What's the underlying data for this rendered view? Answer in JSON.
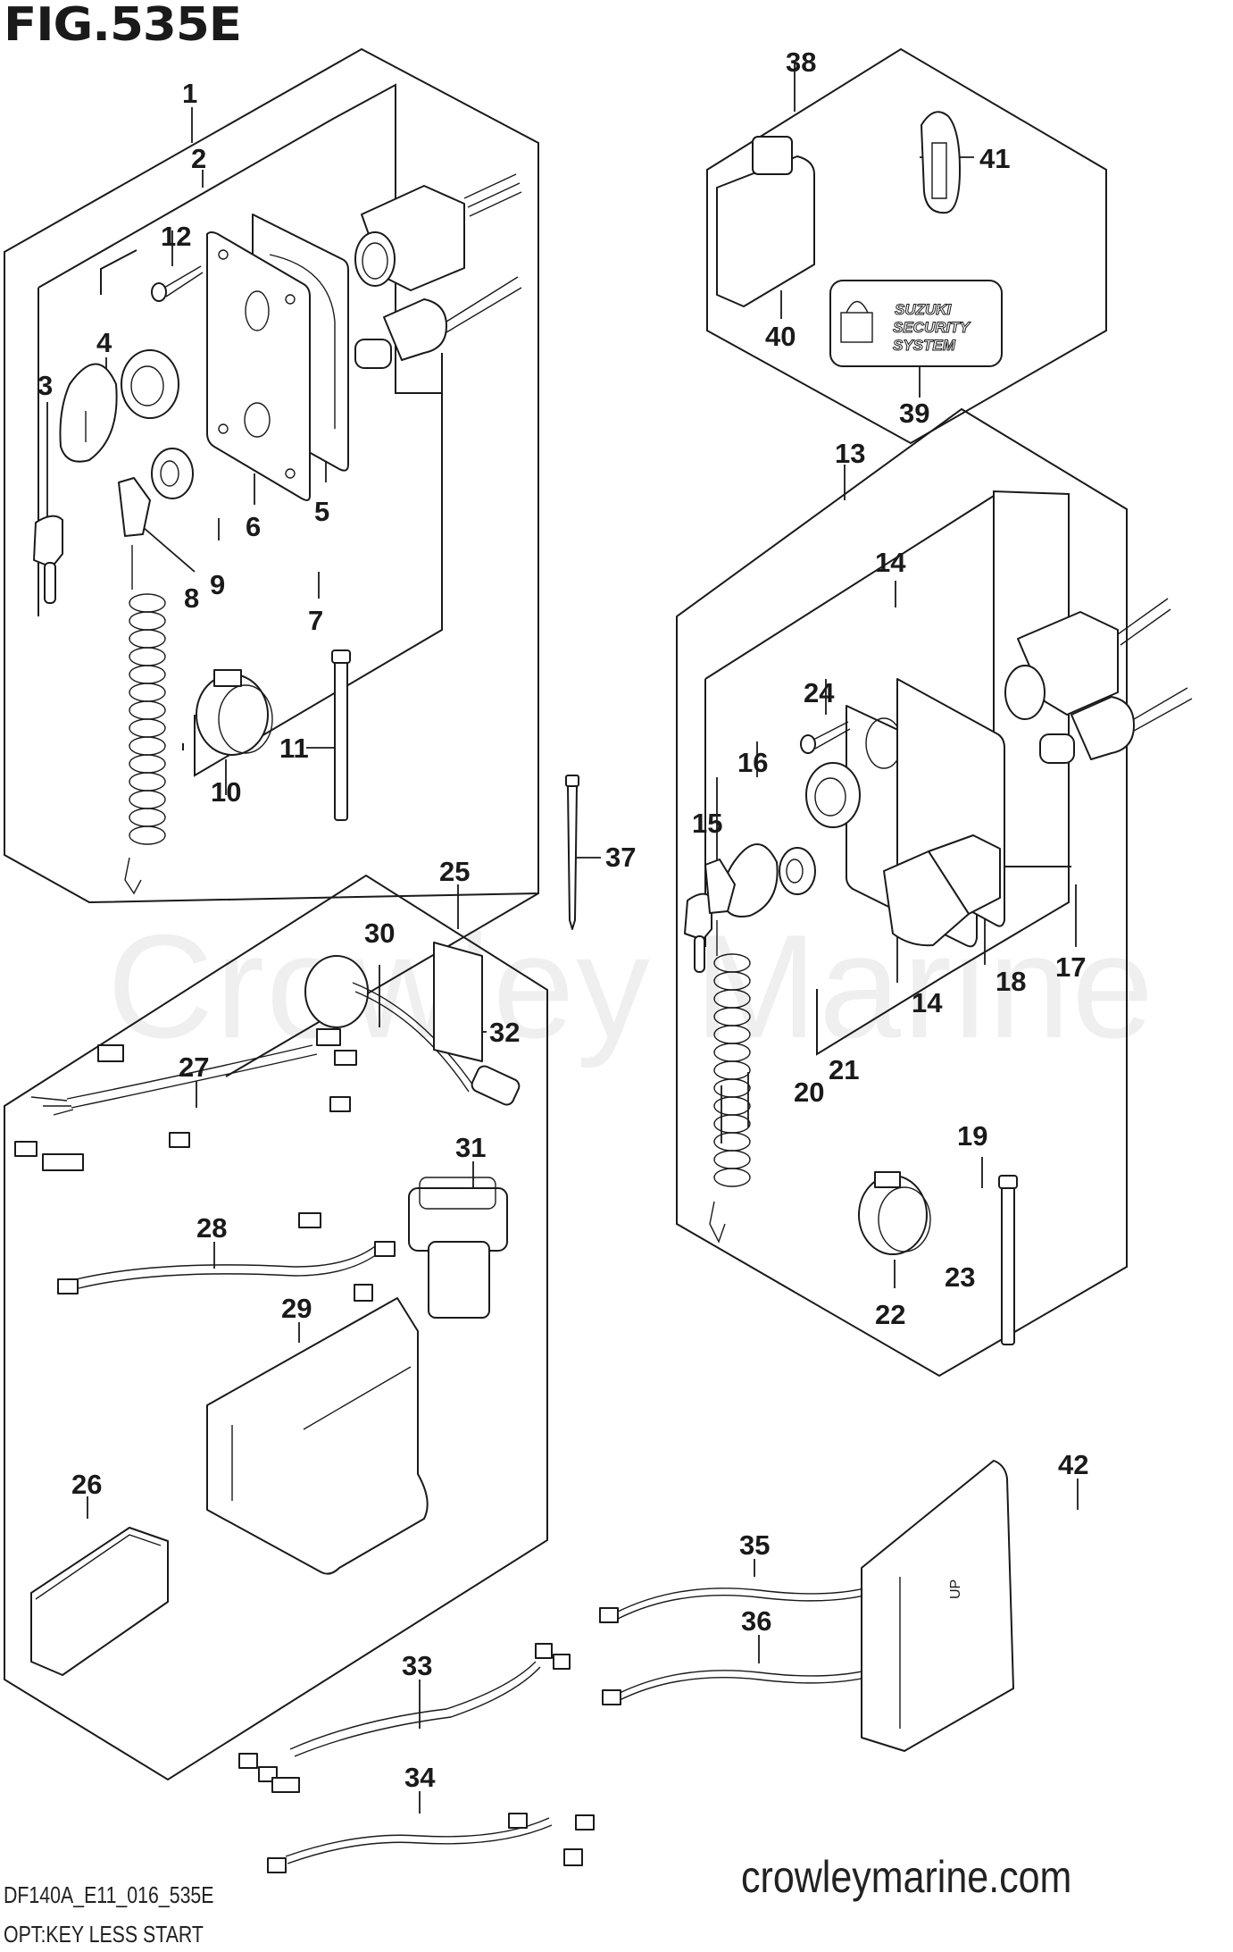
{
  "figure": {
    "title": "FIG.535E",
    "drawing_code": "DF140A_E11_016_535E",
    "caption": "OPT:KEY LESS START",
    "brand_url": "crowleymarine.com",
    "watermark": "Crowley Marine"
  },
  "sticker": {
    "line1": "SUZUKI",
    "line2": "SECURITY",
    "line3": "SYSTEM"
  },
  "ecm_marking": "UP",
  "callouts": [
    {
      "id": "1",
      "label": "1"
    },
    {
      "id": "2",
      "label": "2"
    },
    {
      "id": "3",
      "label": "3"
    },
    {
      "id": "4",
      "label": "4"
    },
    {
      "id": "5",
      "label": "5"
    },
    {
      "id": "6",
      "label": "6"
    },
    {
      "id": "7",
      "label": "7"
    },
    {
      "id": "8",
      "label": "8"
    },
    {
      "id": "9",
      "label": "9"
    },
    {
      "id": "10",
      "label": "10"
    },
    {
      "id": "11",
      "label": "11"
    },
    {
      "id": "12",
      "label": "12"
    },
    {
      "id": "13",
      "label": "13"
    },
    {
      "id": "14a",
      "label": "14"
    },
    {
      "id": "14b",
      "label": "14"
    },
    {
      "id": "15",
      "label": "15"
    },
    {
      "id": "16",
      "label": "16"
    },
    {
      "id": "17",
      "label": "17"
    },
    {
      "id": "18",
      "label": "18"
    },
    {
      "id": "19",
      "label": "19"
    },
    {
      "id": "20",
      "label": "20"
    },
    {
      "id": "21",
      "label": "21"
    },
    {
      "id": "22",
      "label": "22"
    },
    {
      "id": "23",
      "label": "23"
    },
    {
      "id": "24",
      "label": "24"
    },
    {
      "id": "25",
      "label": "25"
    },
    {
      "id": "26",
      "label": "26"
    },
    {
      "id": "27",
      "label": "27"
    },
    {
      "id": "28",
      "label": "28"
    },
    {
      "id": "29",
      "label": "29"
    },
    {
      "id": "30",
      "label": "30"
    },
    {
      "id": "31",
      "label": "31"
    },
    {
      "id": "32",
      "label": "32"
    },
    {
      "id": "33",
      "label": "33"
    },
    {
      "id": "34",
      "label": "34"
    },
    {
      "id": "35",
      "label": "35"
    },
    {
      "id": "36",
      "label": "36"
    },
    {
      "id": "37",
      "label": "37"
    },
    {
      "id": "38",
      "label": "38"
    },
    {
      "id": "39",
      "label": "39"
    },
    {
      "id": "40",
      "label": "40"
    },
    {
      "id": "41",
      "label": "41"
    },
    {
      "id": "42",
      "label": "42"
    }
  ]
}
